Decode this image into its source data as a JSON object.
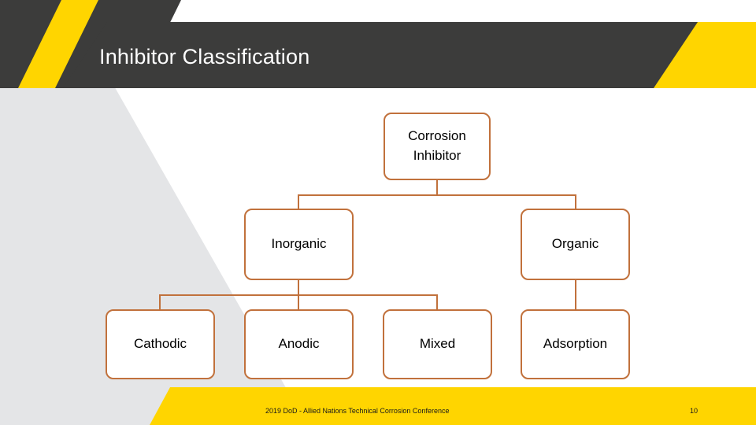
{
  "slide": {
    "title": "Inhibitor Classification",
    "page_number": "10",
    "footer": "2019 DoD - Allied Nations Technical Corrosion Conference"
  },
  "theme": {
    "dark": "#3c3c3b",
    "yellow": "#ffd500",
    "gray": "#e4e5e7",
    "node_border": "#c1713c",
    "title_text": "#ffffff",
    "body_text": "#000000"
  },
  "chart_data": {
    "type": "diagram",
    "title": "Inhibitor Classification",
    "layout": "top-down organizational tree",
    "nodes": [
      {
        "id": "root",
        "label_line1": "Corrosion",
        "label_line2": "Inhibitor",
        "level": 0
      },
      {
        "id": "inorganic",
        "label_line1": "Inorganic",
        "label_line2": "",
        "level": 1
      },
      {
        "id": "organic",
        "label_line1": "Organic",
        "label_line2": "",
        "level": 1
      },
      {
        "id": "cathodic",
        "label_line1": "Cathodic",
        "label_line2": "",
        "level": 2
      },
      {
        "id": "anodic",
        "label_line1": "Anodic",
        "label_line2": "",
        "level": 2
      },
      {
        "id": "mixed",
        "label_line1": "Mixed",
        "label_line2": "",
        "level": 2
      },
      {
        "id": "adsorption",
        "label_line1": "Adsorption",
        "label_line2": "",
        "level": 2
      }
    ],
    "edges": [
      {
        "from": "root",
        "to": "inorganic"
      },
      {
        "from": "root",
        "to": "organic"
      },
      {
        "from": "inorganic",
        "to": "cathodic"
      },
      {
        "from": "inorganic",
        "to": "anodic"
      },
      {
        "from": "inorganic",
        "to": "mixed"
      },
      {
        "from": "organic",
        "to": "adsorption"
      }
    ]
  }
}
